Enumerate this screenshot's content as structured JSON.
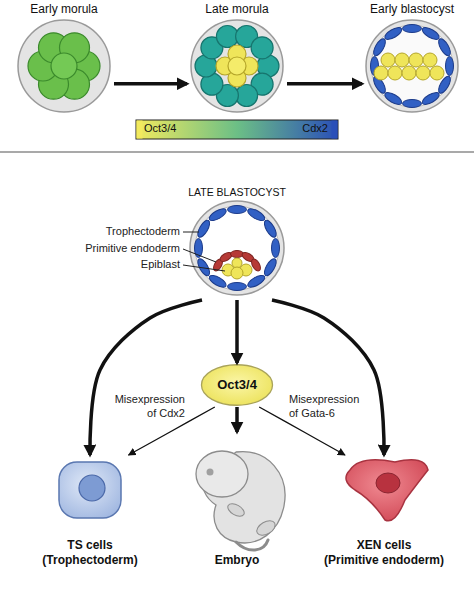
{
  "diagram": {
    "nodes": [
      {
        "text": [
          "Early morula"
        ]
      },
      {
        "text": [
          "Late morula"
        ]
      },
      {
        "text": [
          "Early blastocyst"
        ]
      },
      {
        "text": [
          "LATE BLASTOCYST"
        ]
      },
      {
        "text": [
          "Oct3/4"
        ]
      },
      {
        "text": [
          "TS cells",
          "(Trophectoderm)"
        ]
      },
      {
        "text": [
          "Embryo"
        ]
      },
      {
        "text": [
          "XEN cells",
          "(Primitive endoderm)"
        ]
      }
    ],
    "edges": [
      {
        "from": 0,
        "to": 1,
        "arrow": "to"
      },
      {
        "from": 1,
        "to": 2,
        "arrow": "to"
      },
      {
        "from": 3,
        "to": 5,
        "arrow": "to"
      },
      {
        "from": 3,
        "to": 4,
        "arrow": "to"
      },
      {
        "from": 3,
        "to": 7,
        "arrow": "to"
      },
      {
        "from": 4,
        "to": 5,
        "label": "Misexpression of Cdx2",
        "arrow": "to"
      },
      {
        "from": 4,
        "to": 6,
        "arrow": "to"
      },
      {
        "from": 4,
        "to": 7,
        "label": "Misexpression of Gata-6",
        "arrow": "to"
      }
    ],
    "labels": [
      "Trophectoderm",
      "Primitive endoderm",
      "Epiblast"
    ],
    "legend": [
      {
        "text": "Oct3/4",
        "color": "#f2ea5e"
      },
      {
        "text": "Cdx2",
        "color": "#2a4fb8"
      }
    ]
  }
}
